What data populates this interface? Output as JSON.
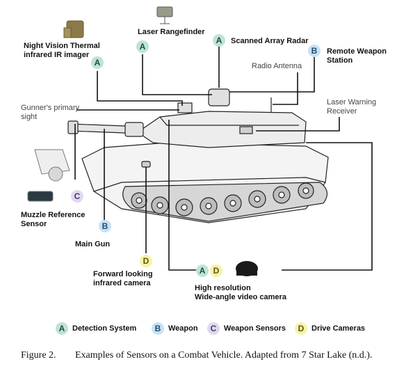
{
  "labels": {
    "night_vision": "Night Vision Thermal\ninfrared IR imager",
    "laser_rangefinder": "Laser Rangefinder",
    "scanned_array_radar": "Scanned Array Radar",
    "remote_weapon_station": "Remote Weapon\nStation",
    "radio_antenna": "Radio Antenna",
    "gunners_primary_sight": "Gunner's primary\nsight",
    "laser_warning_receiver": "Laser Warning\nReceiver",
    "muzzle_reference_sensor": "Muzzle Reference\nSensor",
    "main_gun": "Main Gun",
    "forward_looking_ir": "Forward looking\ninfrared camera",
    "high_res_camera": "High resolution\nWide-angle video camera"
  },
  "badges": {
    "night_vision": "A",
    "laser_rangefinder": "A",
    "scanned_array_radar": "A",
    "remote_weapon_station": "B",
    "muzzle_reference_sensor": "C",
    "main_gun": "B",
    "forward_looking_ir": "D",
    "high_res_camera_a": "A",
    "high_res_camera_d": "D"
  },
  "legend": [
    {
      "letter": "A",
      "text": "Detection System"
    },
    {
      "letter": "B",
      "text": "Weapon"
    },
    {
      "letter": "C",
      "text": "Weapon Sensors"
    },
    {
      "letter": "D",
      "text": "Drive Cameras"
    }
  ],
  "caption": {
    "number": "Figure 2.",
    "text": "Examples of Sensors on a Combat Vehicle. Adapted from 7 Star Lake (n.d.)."
  },
  "colors": {
    "A": "#bfe3d6",
    "B": "#c7e2f3",
    "C": "#e1d8ef",
    "D": "#f7f3a6"
  }
}
